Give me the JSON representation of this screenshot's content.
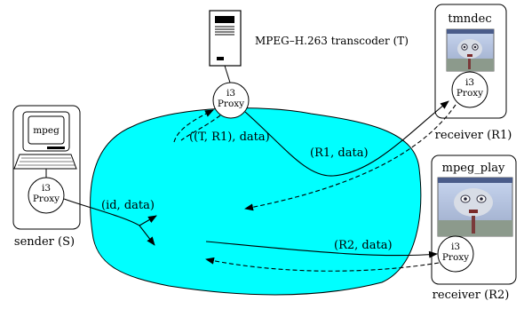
{
  "transcoder": {
    "label": "MPEG–H.263 transcoder (T)",
    "proxy_line1": "i3",
    "proxy_line2": "Proxy"
  },
  "sender": {
    "label": "sender (S)",
    "screen_text": "mpeg",
    "proxy_line1": "i3",
    "proxy_line2": "Proxy"
  },
  "receiver1": {
    "app_label": "tmndec",
    "label": "receiver (R1)",
    "proxy_line1": "i3",
    "proxy_line2": "Proxy"
  },
  "receiver2": {
    "app_label": "mpeg_play",
    "label": "receiver (R2)",
    "proxy_line1": "i3",
    "proxy_line2": "Proxy"
  },
  "flows": {
    "sender_packet": "(id, data)",
    "to_transcoder": "((T, R1), data)",
    "to_r1": "(R1, data)",
    "to_r2": "(R2, data)"
  },
  "colors": {
    "network_fill": "#00ffff",
    "stroke": "#000000"
  }
}
